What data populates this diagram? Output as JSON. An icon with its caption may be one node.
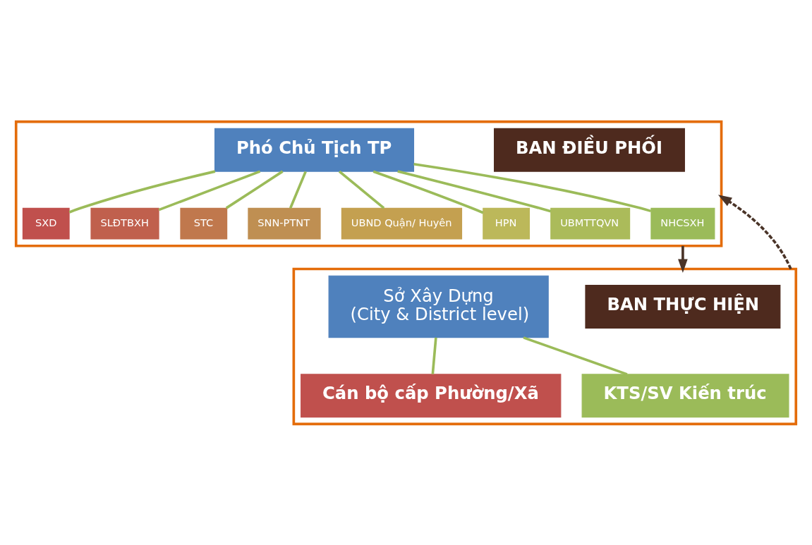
{
  "diagram": {
    "nodes": [
      {
        "text": [],
        "shape": "box"
      },
      {
        "text": [
          "BAN ĐIỀU PHỐI"
        ],
        "in": 0
      },
      {
        "text": [
          "Phó Chủ Tịch TP"
        ],
        "in": 0
      },
      {
        "text": [
          "SXD"
        ],
        "in": 0
      },
      {
        "text": [
          "SLĐTBXH"
        ],
        "in": 0
      },
      {
        "text": [
          "STC"
        ],
        "in": 0
      },
      {
        "text": [
          "SNN-PTNT"
        ],
        "in": 0
      },
      {
        "text": [
          "UBND Quận/ Huyên"
        ],
        "in": 0
      },
      {
        "text": [
          "HPN"
        ],
        "in": 0
      },
      {
        "text": [
          "UBMTTQVN"
        ],
        "in": 0
      },
      {
        "text": [
          "NHCSXH"
        ],
        "in": 0
      },
      {
        "text": [],
        "shape": "box"
      },
      {
        "text": [
          "BAN THỰC HIỆN"
        ],
        "in": 11
      },
      {
        "text": [
          "Sở Xây Dựng",
          "(City & District level)"
        ],
        "in": 11
      },
      {
        "text": [
          "Cán bộ cấp Phường/Xã"
        ],
        "in": 11
      },
      {
        "text": [
          "KTS/SV Kiến trúc"
        ],
        "in": 11
      }
    ],
    "edges": [
      {
        "from": 2,
        "to": 3,
        "arrow": "none"
      },
      {
        "from": 2,
        "to": 4,
        "arrow": "none"
      },
      {
        "from": 2,
        "to": 5,
        "arrow": "none"
      },
      {
        "from": 2,
        "to": 6,
        "arrow": "none"
      },
      {
        "from": 2,
        "to": 7,
        "arrow": "none"
      },
      {
        "from": 2,
        "to": 8,
        "arrow": "none"
      },
      {
        "from": 2,
        "to": 9,
        "arrow": "none"
      },
      {
        "from": 2,
        "to": 10,
        "arrow": "none"
      },
      {
        "from": 0,
        "to": 11,
        "arrow": "to",
        "color": "#4a3428"
      },
      {
        "from": 11,
        "to": 0,
        "arrow": "to",
        "style": "dashed",
        "color": "#4a3428"
      },
      {
        "from": 13,
        "to": 14,
        "arrow": "none"
      },
      {
        "from": 13,
        "to": 15,
        "arrow": "none"
      }
    ]
  }
}
